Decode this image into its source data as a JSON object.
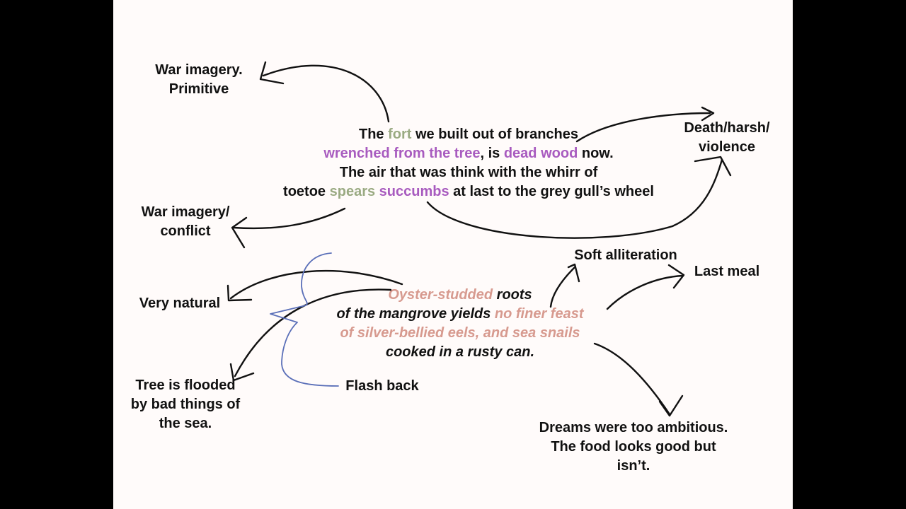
{
  "stanza1": {
    "line1": {
      "a": "The ",
      "b": "fort",
      "c": " we built out of branches"
    },
    "line2": {
      "a": "wrenched from the tree",
      "b": ", is ",
      "c": "dead wood",
      "d": " now."
    },
    "line3": "The air that was think with the whirr of",
    "line4": {
      "a": "toetoe ",
      "b": "spears",
      "c": " ",
      "d": "succumbs",
      "e": " at last to the grey gull’s wheel"
    }
  },
  "stanza2": {
    "line1": {
      "a": "Oyster-studded",
      "b": " roots"
    },
    "line2": {
      "a": "of the mangrove yields ",
      "b": "no finer feast"
    },
    "line3": "of silver-bellied eels, and sea snails",
    "line4": "cooked in a rusty can."
  },
  "annotations": {
    "war_imagery_primitive": [
      "War imagery.",
      "Primitive"
    ],
    "war_imagery_conflict": [
      "War imagery/",
      "conflict"
    ],
    "death_harsh_violence": [
      "Death/harsh/",
      "violence"
    ],
    "very_natural": "Very natural",
    "tree_flooded": [
      "Tree is flooded",
      "by bad things of",
      "the sea."
    ],
    "flash_back": "Flash back",
    "soft_alliteration": "Soft alliteration",
    "last_meal": "Last meal",
    "dreams": [
      "Dreams were too ambitious.",
      "The food looks good but",
      "isn’t."
    ]
  },
  "colors": {
    "ink": "#111111",
    "green": "#9aaa82",
    "purple": "#a85bbf",
    "peach": "#d79a8f",
    "blue_pen": "#5a6fb8",
    "slide_bg": "#fffbfa",
    "letterbox": "#000000"
  }
}
